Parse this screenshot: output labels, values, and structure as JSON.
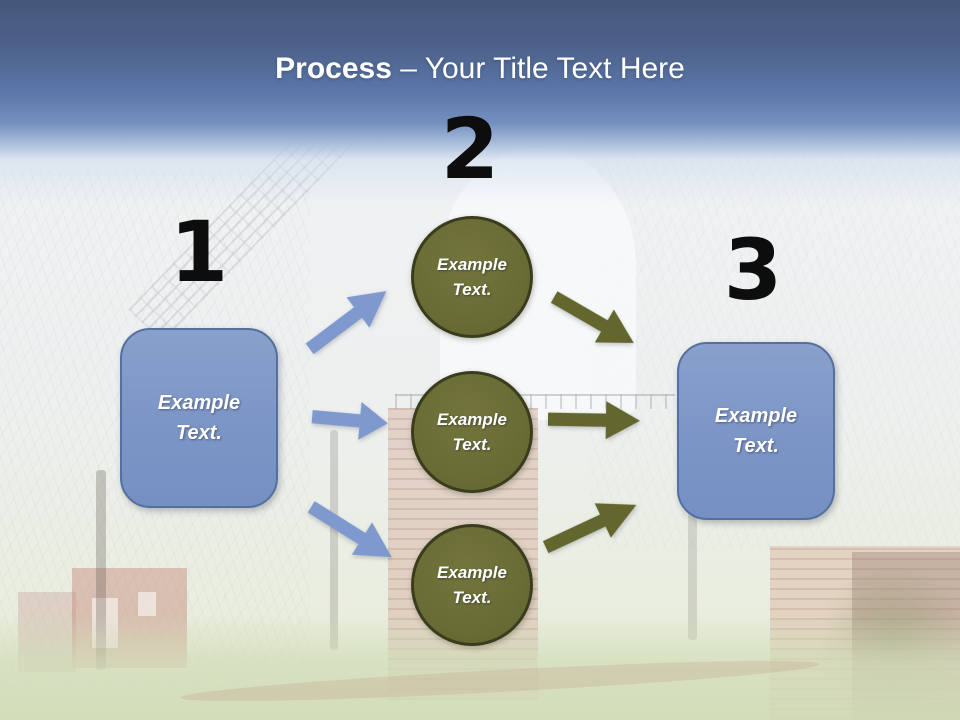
{
  "title": {
    "bold": "Process",
    "rest": "– Your Title Text Here"
  },
  "steps": {
    "one": "1",
    "two": "2",
    "three": "3"
  },
  "left_box": {
    "line1": "Example",
    "line2": "Text."
  },
  "right_box": {
    "line1": "Example",
    "line2": "Text."
  },
  "circles": [
    {
      "line1": "Example",
      "line2": "Text."
    },
    {
      "line1": "Example",
      "line2": "Text."
    },
    {
      "line1": "Example",
      "line2": "Text."
    }
  ],
  "colors": {
    "header_top": "#45577a",
    "title_color": "#ffffff",
    "number_color": "#0d0d0d",
    "box_fill": "#7b95c6",
    "box_border": "#54709f",
    "circle_fill": "#696c35",
    "circle_border": "#3a3d1d",
    "blue_arrow": "#7d99ce",
    "olive_arrow": "#63672e"
  }
}
